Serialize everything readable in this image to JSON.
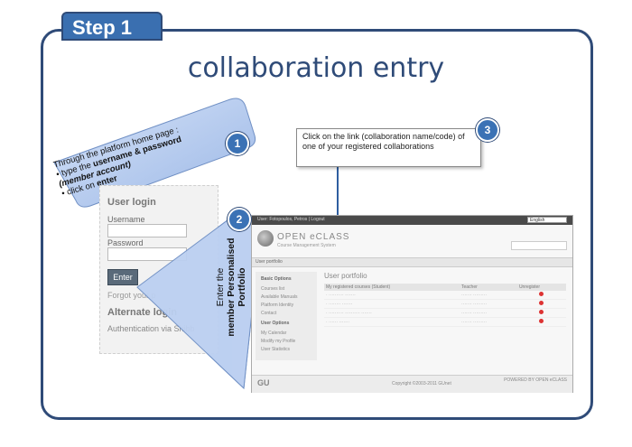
{
  "step_label": "Step 1",
  "title": "collaboration entry",
  "callout1": {
    "badge": "1",
    "line1": "Through the platform home page :",
    "line2_pre": "• type the ",
    "line2_bold": "username & password",
    "line3": "(member account)",
    "line4_pre": "• click on ",
    "line4_bold": "enter"
  },
  "callout2": {
    "badge": "2",
    "line1": "Enter the",
    "line2": "member Personalised",
    "line3": "Portfolio"
  },
  "callout3": {
    "badge": "3",
    "text": "Click on the link (collaboration name/code) of one of your registered collaborations"
  },
  "login": {
    "heading": "User login",
    "username_label": "Username",
    "password_label": "Password",
    "enter_button": "Enter",
    "forgot": "Forgot your p",
    "alt_heading": "Alternate login",
    "shib": "Authentication via Shibb"
  },
  "portfolio": {
    "user_bar": "User: Fotopoulos, Petros | Logout",
    "language": "English",
    "brand": "OPEN eCLASS",
    "brand_sub": "Course Management System",
    "crumb": "User portfolio",
    "sidebar": [
      "Basic Options",
      "Courses list",
      "Available Manuals",
      "Platform Identity",
      "Contact",
      "User Options",
      "My Calendar",
      "Modify my Profile",
      "User Statistics"
    ],
    "main_title": "User portfolio",
    "table_headers": [
      "My registered courses (Student)",
      "Teacher",
      "Unregister"
    ],
    "rows": [
      [
        "·  ··········  ·······",
        "·······  ·········"
      ],
      [
        "·  ········  ·······",
        "·······  ·········"
      ],
      [
        "·  ··········  ··········  ·······",
        "·······  ·········"
      ],
      [
        "·  ······  ·······",
        "·······  ·········"
      ]
    ],
    "footer_logo": "GU",
    "footer_copy": "Copyright ©2003-2011 GUnet",
    "footer_right": "POWERED BY OPEN eCLASS"
  },
  "colors": {
    "accent": "#3b72b5",
    "frame": "#2f4b78",
    "bubble": "#b9cdef"
  }
}
